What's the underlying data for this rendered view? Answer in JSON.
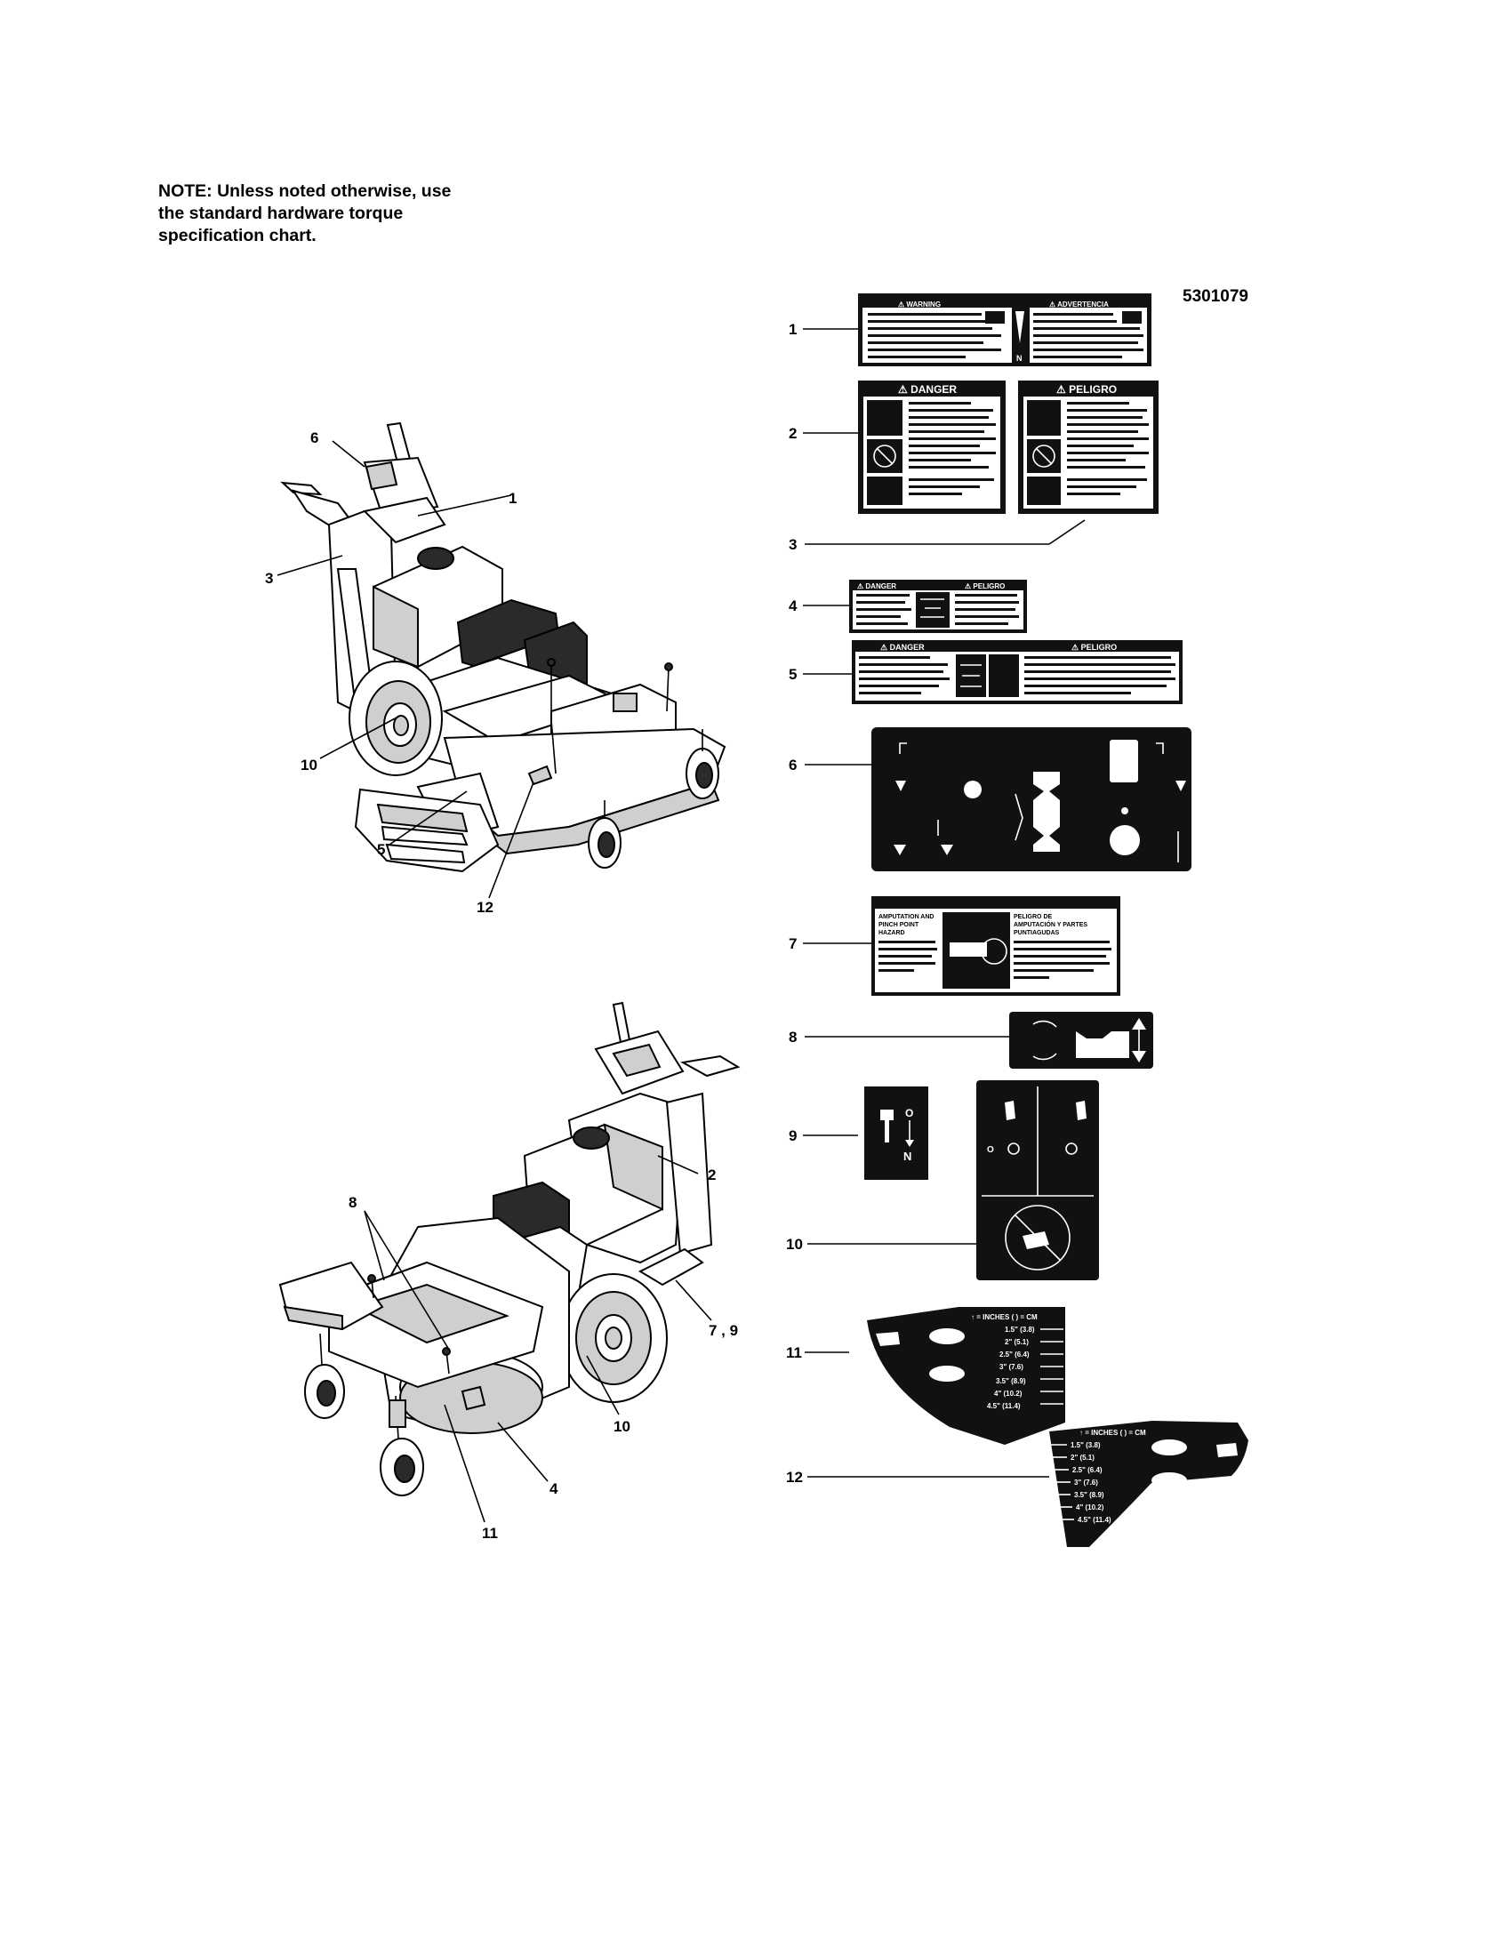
{
  "note": {
    "lines": [
      "NOTE: Unless noted otherwise, use",
      "the standard hardware torque",
      "specification chart."
    ]
  },
  "part_number": "5301079",
  "upper_view_callouts": [
    "6",
    "1",
    "3",
    "10",
    "5",
    "12"
  ],
  "lower_view_callouts": [
    "8",
    "2",
    "7 , 9",
    "10",
    "4",
    "11"
  ],
  "decal_callouts": [
    "1",
    "2",
    "3",
    "4",
    "5",
    "6",
    "7",
    "8",
    "9",
    "10",
    "11",
    "12"
  ],
  "decals": {
    "d1": {
      "left_header": "⚠ WARNING",
      "right_header": "⚠ ADVERTENCIA",
      "center_letter": "N"
    },
    "d2": {
      "header": "⚠ DANGER"
    },
    "d3": {
      "header": "⚠ PELIGRO"
    },
    "d4": {
      "left_header": "⚠ DANGER",
      "right_header": "⚠ PELIGRO"
    },
    "d5": {
      "left_header": "⚠ DANGER",
      "right_header": "⚠ PELIGRO"
    },
    "d7": {
      "left_lines": [
        "AMPUTATION AND",
        "PINCH POINT",
        "HAZARD"
      ],
      "right_lines": [
        "PELIGRO DE",
        "AMPUTACIÓN Y PARTES",
        "PUNTIAGUDAS"
      ]
    },
    "d9": {
      "letter_o": "O",
      "letter_n": "N"
    },
    "d10": {
      "letter_o": "O"
    },
    "d11": {
      "header": "↑ = INCHES ( ) = CM",
      "rows": [
        "1.5\" (3.8)",
        "2\" (5.1)",
        "2.5\" (6.4)",
        "3\" (7.6)",
        "3.5\" (8.9)",
        "4\" (10.2)",
        "4.5\" (11.4)"
      ]
    },
    "d12": {
      "header": "↑ = INCHES ( ) = CM",
      "rows": [
        "1.5\" (3.8)",
        "2\" (5.1)",
        "2.5\" (6.4)",
        "3\" (7.6)",
        "3.5\" (8.9)",
        "4\" (10.2)",
        "4.5\" (11.4)"
      ]
    }
  }
}
